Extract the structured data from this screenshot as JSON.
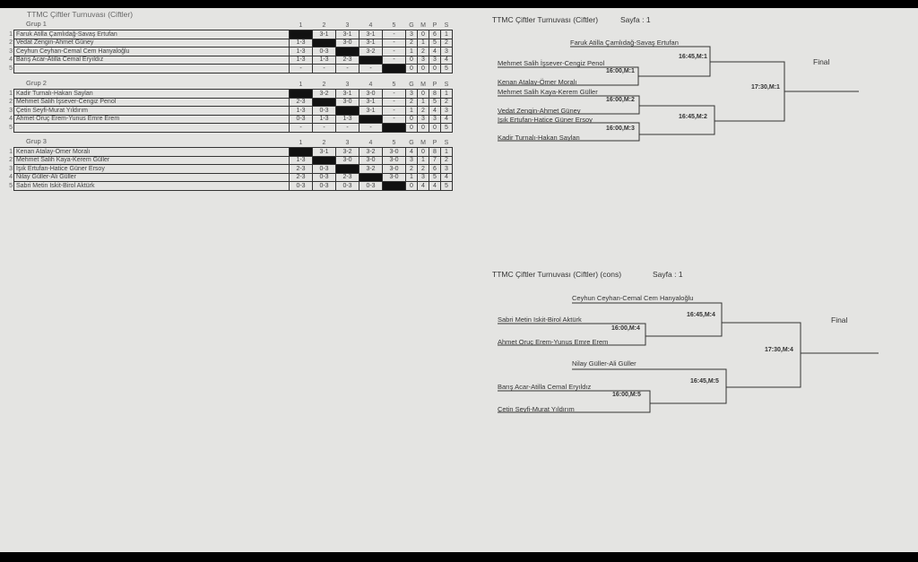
{
  "title": "TTMC Çiftler Turnuvası (Ciftler)",
  "col_headers": [
    "1",
    "2",
    "3",
    "4",
    "5",
    "G",
    "M",
    "P",
    "S"
  ],
  "groups": [
    {
      "label": "Grup 1",
      "rows": [
        {
          "n": "1",
          "name": "Faruk Atilla Çamlıdağ-Savaş Ertufan",
          "scores": [
            null,
            "3-1",
            "3-1",
            "3-1",
            "-"
          ],
          "stats": [
            "3",
            "0",
            "6",
            "1"
          ]
        },
        {
          "n": "2",
          "name": "Vedat Zengin-Ahmet Güney",
          "scores": [
            "1-3",
            null,
            "3-0",
            "3-1",
            "-"
          ],
          "stats": [
            "2",
            "1",
            "5",
            "2"
          ]
        },
        {
          "n": "3",
          "name": "Ceyhun Ceyhan-Cemal Cem Hanyaloğlu",
          "scores": [
            "1-3",
            "0-3",
            null,
            "3-2",
            "-"
          ],
          "stats": [
            "1",
            "2",
            "4",
            "3"
          ]
        },
        {
          "n": "4",
          "name": "Barış Acar-Atilla Cemal Eryıldız",
          "scores": [
            "1-3",
            "1-3",
            "2-3",
            null,
            "-"
          ],
          "stats": [
            "0",
            "3",
            "3",
            "4"
          ]
        },
        {
          "n": "5",
          "name": "",
          "scores": [
            "-",
            "-",
            "-",
            "-",
            null
          ],
          "stats": [
            "0",
            "0",
            "0",
            "5"
          ]
        }
      ]
    },
    {
      "label": "Grup 2",
      "rows": [
        {
          "n": "1",
          "name": "Kadir Turnalı-Hakan Saylan",
          "scores": [
            null,
            "3-2",
            "3-1",
            "3-0",
            "-"
          ],
          "stats": [
            "3",
            "0",
            "8",
            "1"
          ]
        },
        {
          "n": "2",
          "name": "Mehmet Salih İşsever-Cengiz Penol",
          "scores": [
            "2-3",
            null,
            "3-0",
            "3-1",
            "-"
          ],
          "stats": [
            "2",
            "1",
            "5",
            "2"
          ]
        },
        {
          "n": "3",
          "name": "Çetin Seyfi-Murat Yıldırım",
          "scores": [
            "1-3",
            "0-3",
            null,
            "3-1",
            "-"
          ],
          "stats": [
            "1",
            "2",
            "4",
            "3"
          ]
        },
        {
          "n": "4",
          "name": "Ahmet Oruç Erem-Yunus Emre Erem",
          "scores": [
            "0-3",
            "1-3",
            "1-3",
            null,
            "-"
          ],
          "stats": [
            "0",
            "3",
            "3",
            "4"
          ]
        },
        {
          "n": "5",
          "name": "",
          "scores": [
            "-",
            "-",
            "-",
            "-",
            null
          ],
          "stats": [
            "0",
            "0",
            "0",
            "5"
          ]
        }
      ]
    },
    {
      "label": "Grup 3",
      "rows": [
        {
          "n": "1",
          "name": "Kenan Atalay-Ömer Moralı",
          "scores": [
            null,
            "3-1",
            "3-2",
            "3-2",
            "3-0"
          ],
          "stats": [
            "4",
            "0",
            "8",
            "1"
          ]
        },
        {
          "n": "2",
          "name": "Mehmet Salih Kaya-Kerem Güller",
          "scores": [
            "1-3",
            null,
            "3-0",
            "3-0",
            "3-0"
          ],
          "stats": [
            "3",
            "1",
            "7",
            "2"
          ]
        },
        {
          "n": "3",
          "name": "Işık Ertufan-Hatice Güner Ersoy",
          "scores": [
            "2-3",
            "0-3",
            null,
            "3-2",
            "3-0"
          ],
          "stats": [
            "2",
            "2",
            "6",
            "3"
          ]
        },
        {
          "n": "4",
          "name": "Nilay Güller-Ali Güller",
          "scores": [
            "2-3",
            "0-3",
            "2-3",
            null,
            "3-0"
          ],
          "stats": [
            "1",
            "3",
            "5",
            "4"
          ]
        },
        {
          "n": "5",
          "name": "Sabri Metin Iskit-Birol Aktürk",
          "scores": [
            "0-3",
            "0-3",
            "0-3",
            "0-3",
            null
          ],
          "stats": [
            "0",
            "4",
            "4",
            "5"
          ]
        }
      ]
    }
  ],
  "main_bracket": {
    "title": "TTMC Çiftler Turnuvası (Ciftler)",
    "page": "Sayfa : 1",
    "final": "Final",
    "entries": [
      "Faruk Atilla Çamlıdağ-Savaş Ertufan",
      "Mehmet Salih İşsever-Cengiz Penol",
      "Kenan Atalay-Ömer Moralı",
      "Mehmet Salih Kaya-Kerem Güller",
      "Vedat Zengin-Ahmet Güney",
      "Işık Ertufan-Hatice Güner Ersoy",
      "Kadir Turnalı-Hakan Saylan"
    ],
    "matches": [
      "16:45,M:1",
      "16:00,M:1",
      "16:00,M:2",
      "16:45,M:2",
      "16:00,M:3",
      "17:30,M:1"
    ]
  },
  "cons_bracket": {
    "title": "TTMC Çiftler Turnuvası (Ciftler) (cons)",
    "page": "Sayfa : 1",
    "final": "Final",
    "entries": [
      "Ceyhun Ceyhan-Cemal Cem Hanyaloğlu",
      "Sabri Metin Iskit-Birol Aktürk",
      "Ahmet Oruç Erem-Yunus Emre Erem",
      "Nilay Güller-Ali Güller",
      "Barış Acar-Atilla Cemal Eryıldız",
      "Çetin Seyfi-Murat Yıldırım"
    ],
    "matches": [
      "16:45,M:4",
      "16:00,M:4",
      "17:30,M:4",
      "16:45,M:5",
      "16:00,M:5"
    ]
  }
}
